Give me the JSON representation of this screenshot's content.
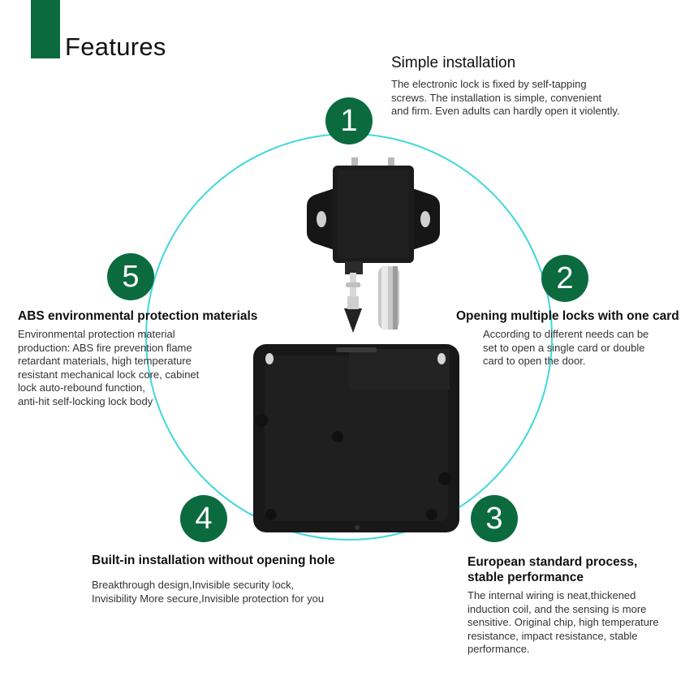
{
  "header": {
    "title": "Features"
  },
  "colors": {
    "accent": "#0b6b3f",
    "ring": "#3fd8dc"
  },
  "features": [
    {
      "number": "1",
      "title": "Simple installation",
      "desc": [
        "The electronic lock is fixed by self-tapping",
        "screws. The installation is simple, convenient",
        "and firm. Even adults can hardly open it violently."
      ]
    },
    {
      "number": "2",
      "title": "Opening multiple locks with one card",
      "desc": [
        "According to different needs can be",
        "set to open a single card or double",
        "card to open the door."
      ]
    },
    {
      "number": "3",
      "title": [
        "European standard process,",
        "stable performance"
      ],
      "desc": [
        "The internal wiring is neat,thickened",
        "induction coil, and the sensing is more",
        "sensitive. Original chip, high temperature",
        "resistance, impact resistance, stable",
        "performance."
      ]
    },
    {
      "number": "4",
      "title": "Built-in installation without opening hole",
      "desc": [
        "Breakthrough design,Invisible security lock,",
        "Invisibility More secure,Invisible protection for you"
      ]
    },
    {
      "number": "5",
      "title": "ABS environmental protection materials",
      "desc": [
        "Environmental protection material",
        "production: ABS fire prevention flame",
        "retardant materials, high temperature",
        "resistant mechanical lock core, cabinet",
        "lock auto-rebound function,",
        "anti-hit self-locking lock body"
      ]
    }
  ]
}
